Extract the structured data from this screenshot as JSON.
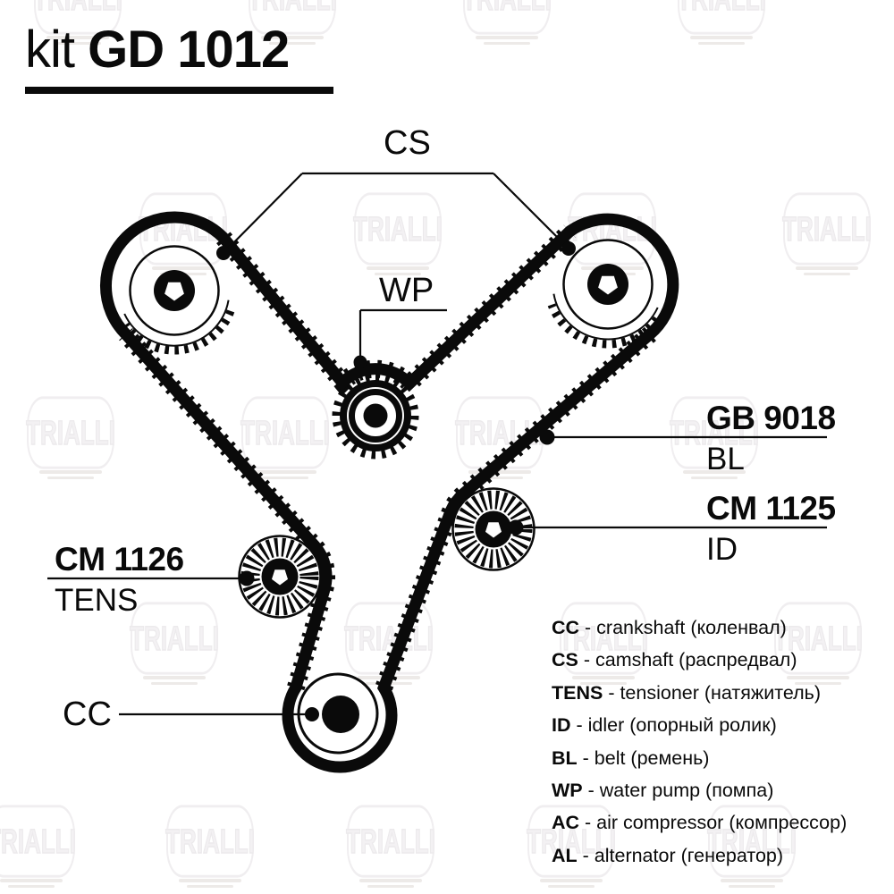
{
  "title": {
    "prefix": "kit",
    "code": "GD 1012"
  },
  "watermark": {
    "text": "TRIALLI"
  },
  "callouts": {
    "camshaft": {
      "label": "CS"
    },
    "water_pump": {
      "label": "WP"
    },
    "crankshaft": {
      "label": "CC"
    },
    "belt": {
      "code": "GB 9018",
      "sub": "BL"
    },
    "idler": {
      "code": "CM 1125",
      "sub": "ID"
    },
    "tensioner": {
      "code": "CM 1126",
      "sub": "TENS"
    }
  },
  "legend": {
    "items": [
      {
        "abbr": "CC",
        "desc": "crankshaft (коленвал)"
      },
      {
        "abbr": "CS",
        "desc": "camshaft (распредвал)"
      },
      {
        "abbr": "TENS",
        "desc": "tensioner (натяжитель)"
      },
      {
        "abbr": "ID",
        "desc": "idler (опорный ролик)"
      },
      {
        "abbr": "BL",
        "desc": "belt (ремень)"
      },
      {
        "abbr": "WP",
        "desc": "water pump (помпа)"
      },
      {
        "abbr": "AC",
        "desc": "air compressor (компрессор)"
      },
      {
        "abbr": "AL",
        "desc": "alternator (генератор)"
      }
    ],
    "separator": " - "
  },
  "colors": {
    "ink": "#0a0a0a",
    "watermark": "#f0eef0",
    "background": "#ffffff"
  }
}
